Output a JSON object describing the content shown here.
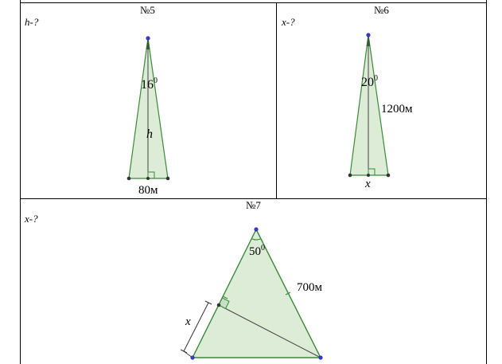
{
  "problem5": {
    "title": "№5",
    "task": "h-?",
    "angle_value": "16",
    "angle_degree": "0",
    "height_label": "h",
    "base_label": "80м"
  },
  "problem6": {
    "title": "№6",
    "task": "x-?",
    "angle_value": "20",
    "angle_degree": "0",
    "side_label": "1200м",
    "base_label": "x"
  },
  "problem7": {
    "title": "№7",
    "task": "x-?",
    "angle_value": "50",
    "angle_degree": "0",
    "side_label": "700м",
    "segment_label": "x"
  },
  "colors": {
    "fill": "#dcecd7",
    "stroke": "#3a8a36",
    "vertex": "#3838c0",
    "dark": "#333333",
    "grid": "#000000"
  }
}
